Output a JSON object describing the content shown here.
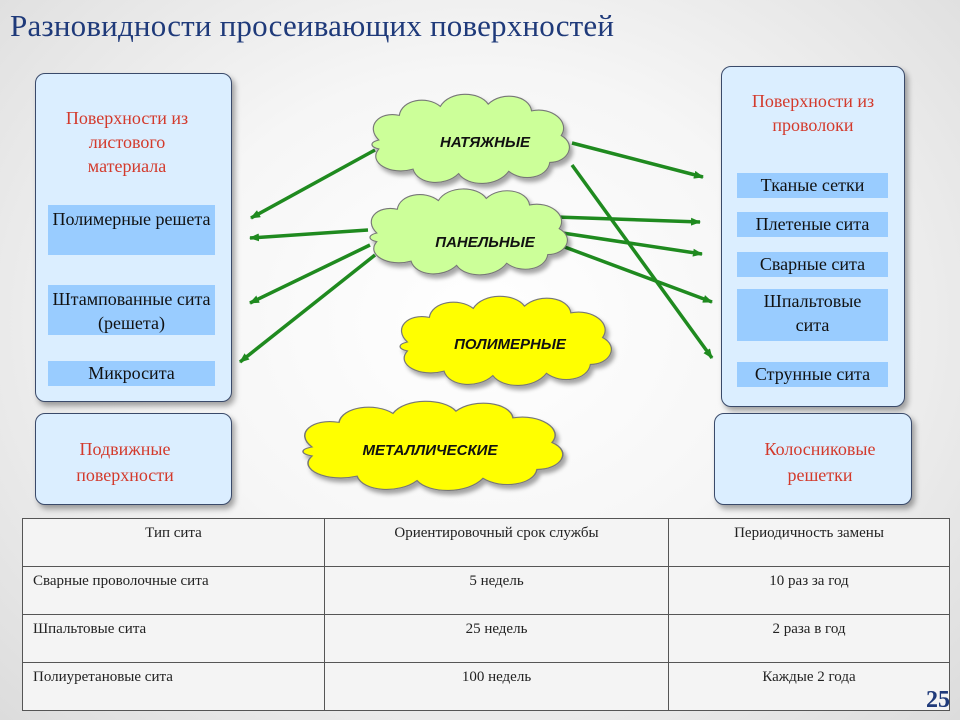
{
  "title": "Разновидности просеивающих поверхностей",
  "left_panel": {
    "title": "Поверхности из листового материала",
    "items": [
      "Полимерные решета",
      "Штампованные сита (решета)",
      "Микросита"
    ]
  },
  "right_panel": {
    "title": "Поверхности из проволоки",
    "items": [
      "Тканые сетки",
      "Плетеные сита",
      "Сварные сита",
      "Шпальтовые сита",
      "Струнные сита"
    ]
  },
  "bottom_left": "Подвижные поверхности",
  "bottom_right": "Колосниковые решетки",
  "clouds": [
    {
      "label": "НАТЯЖНЫЕ",
      "color": "#ccff99"
    },
    {
      "label": "ПАНЕЛЬНЫЕ",
      "color": "#ccff99"
    },
    {
      "label": "ПОЛИМЕРНЫЕ",
      "color": "#ffff00"
    },
    {
      "label": "МЕТАЛЛИЧЕСКИЕ",
      "color": "#ffff00"
    }
  ],
  "colors": {
    "title": "#1f3a7a",
    "panel_title": "#d33a2c",
    "chip": "#99ccff",
    "panel_bg": "#dbeeff",
    "arrow": "#1f8a1f"
  },
  "table": {
    "headers": [
      "Тип сита",
      "Ориентировочный срок службы",
      "Периодичность замены"
    ],
    "rows": [
      [
        "Сварные проволочные сита",
        "5 недель",
        "10 раз за год"
      ],
      [
        "Шпальтовые сита",
        "25 недель",
        "2 раза в год"
      ],
      [
        "Полиуретановые сита",
        "100 недель",
        "Каждые 2 года"
      ]
    ]
  },
  "page_number": "25"
}
